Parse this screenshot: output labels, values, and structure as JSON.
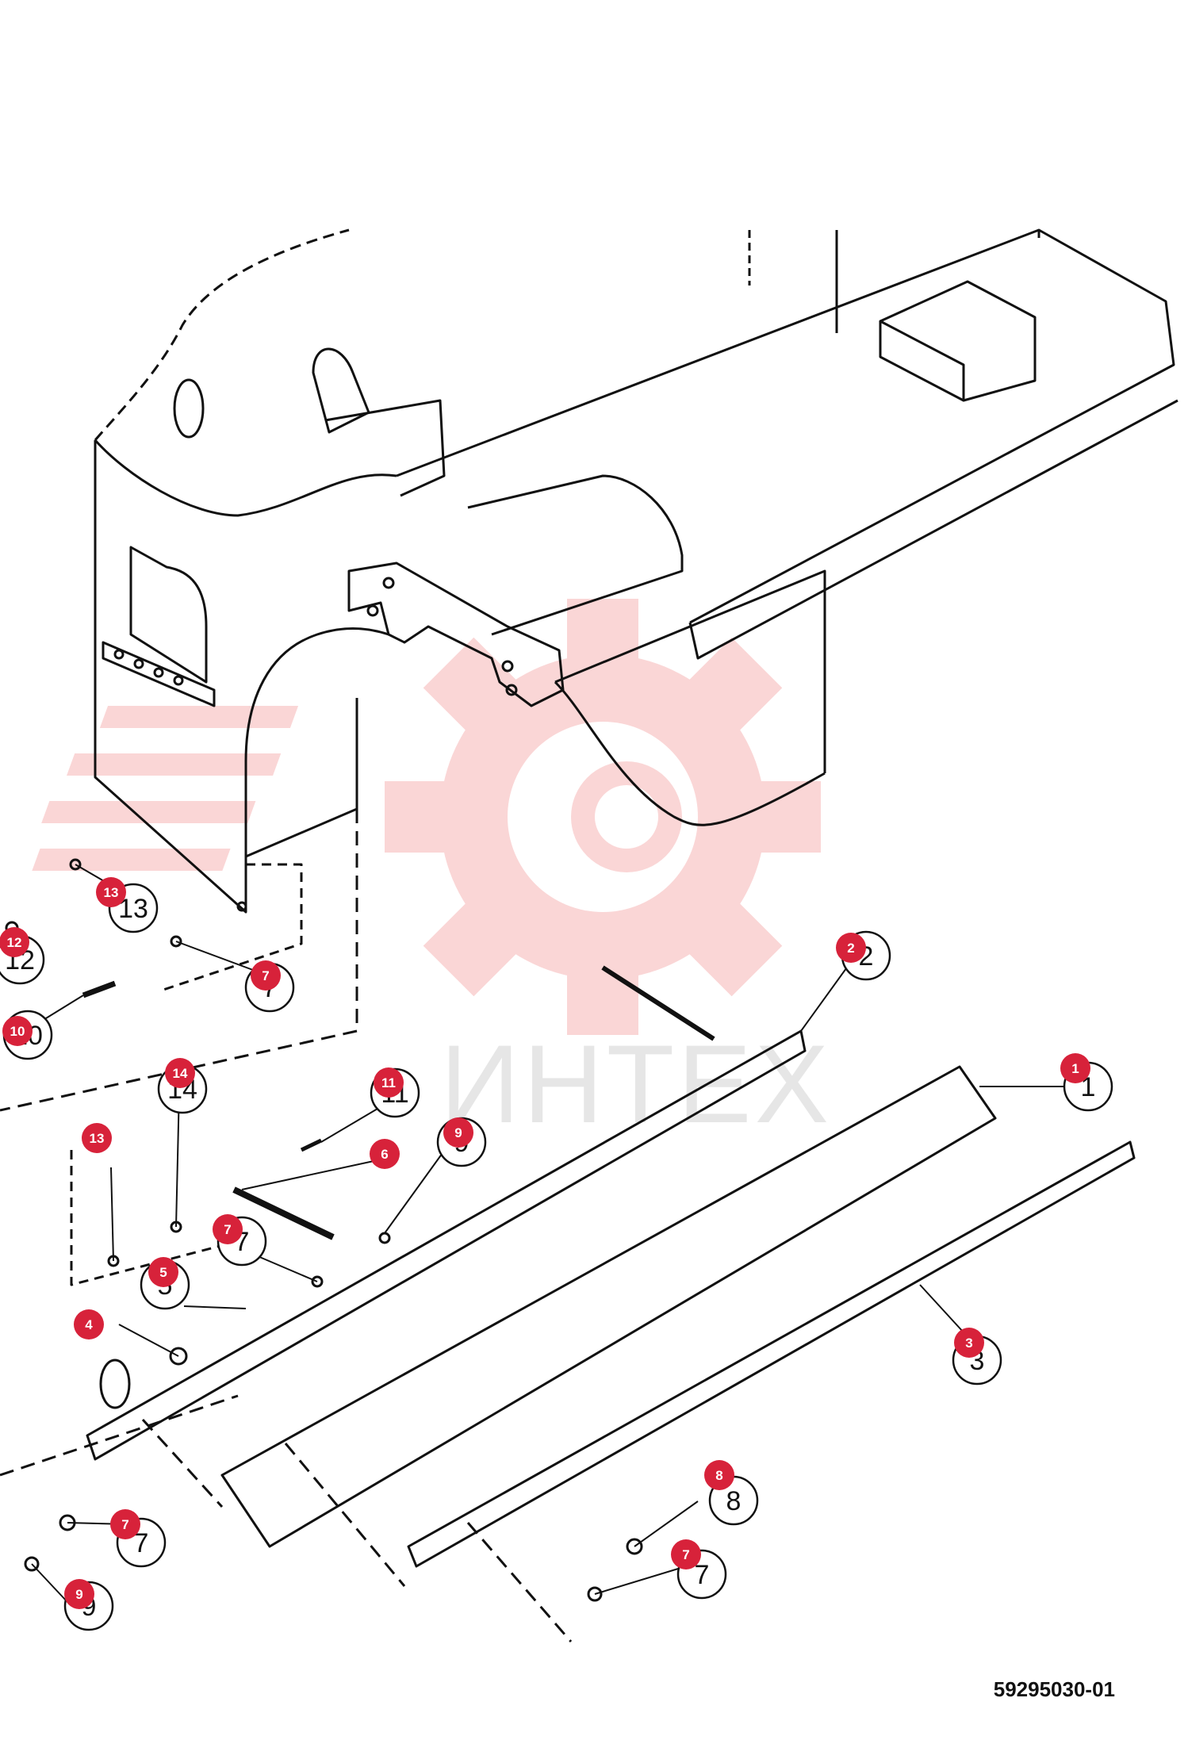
{
  "drawing_code": "59295030-01",
  "watermark": {
    "text": "ИНТЕХ",
    "gear_color": "#f4a3a3"
  },
  "colors": {
    "line": "#111111",
    "badge": "#d7223a",
    "badge_text": "#ffffff"
  },
  "callouts": [
    {
      "id": "1",
      "badge": "1",
      "label": "1"
    },
    {
      "id": "2",
      "badge": "2",
      "label": "2"
    },
    {
      "id": "3",
      "badge": "3",
      "label": "3"
    },
    {
      "id": "4",
      "badge": "4",
      "label": ""
    },
    {
      "id": "5",
      "badge": "5",
      "label": "5"
    },
    {
      "id": "6",
      "badge": "6",
      "label": ""
    },
    {
      "id": "7a",
      "badge": "7",
      "label": "7"
    },
    {
      "id": "7b",
      "badge": "7",
      "label": "7"
    },
    {
      "id": "7c",
      "badge": "7",
      "label": "7"
    },
    {
      "id": "7d",
      "badge": "7",
      "label": "7"
    },
    {
      "id": "8",
      "badge": "8",
      "label": "8"
    },
    {
      "id": "9a",
      "badge": "9",
      "label": "9"
    },
    {
      "id": "9b",
      "badge": "9",
      "label": "9"
    },
    {
      "id": "10",
      "badge": "10",
      "label": "10"
    },
    {
      "id": "11",
      "badge": "11",
      "label": "11"
    },
    {
      "id": "12",
      "badge": "12",
      "label": "12"
    },
    {
      "id": "13a",
      "badge": "13",
      "label": "13"
    },
    {
      "id": "13b",
      "badge": "13",
      "label": ""
    },
    {
      "id": "14",
      "badge": "14",
      "label": "14"
    }
  ]
}
